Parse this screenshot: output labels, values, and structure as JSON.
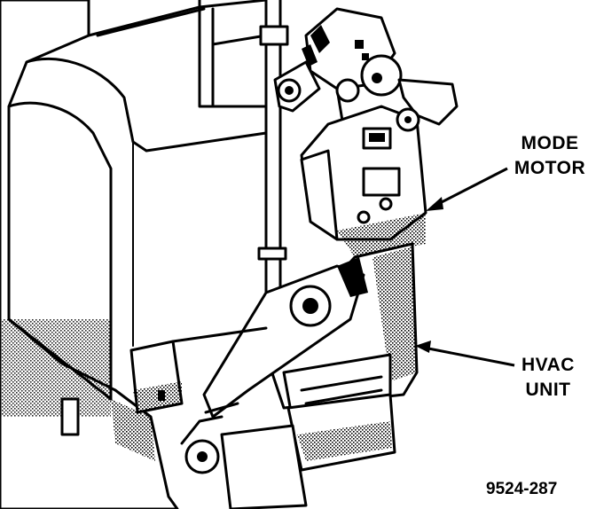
{
  "labels": {
    "mode_motor": [
      "MODE",
      "MOTOR"
    ],
    "hvac_unit": [
      "HVAC",
      "UNIT"
    ],
    "figure_number": "9524-287"
  },
  "colors": {
    "ink": "#000000",
    "paper": "#ffffff"
  }
}
